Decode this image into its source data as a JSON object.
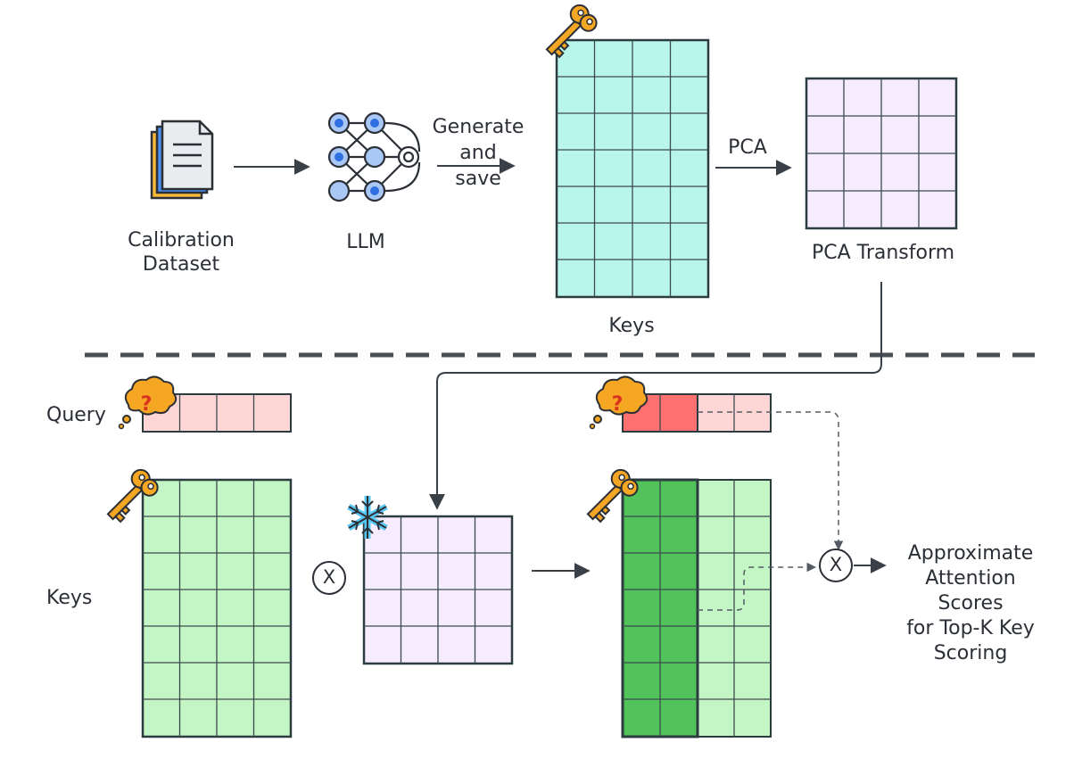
{
  "top": {
    "dataset_label": "Calibration\nDataset",
    "llm_label": "LLM",
    "generate_label": "Generate\nand\nsave",
    "keys_label": "Keys",
    "pca_arrow_label": "PCA",
    "pca_transform_label": "PCA Transform"
  },
  "bottom": {
    "query_label": "Query",
    "keys_label": "Keys",
    "multiply_symbol": "X",
    "multiply_symbol_2": "X",
    "result_label": "Approximate\nAttention\nScores\nfor Top-K Key\nScoring"
  },
  "colors": {
    "keys_top": "#b8f5ea",
    "pca_matrix": "#f6ebff",
    "query": "#ffd6d6",
    "query_highlight": "#ff7070",
    "keys_bottom": "#c4f5c4",
    "keys_dark": "#52c35a",
    "grid_line": "#3d4a4f",
    "arrow": "#3a4047"
  },
  "icons": [
    "document-stack-icon",
    "neural-network-icon",
    "key-icon",
    "thought-bubble-question-icon",
    "snowflake-icon"
  ]
}
